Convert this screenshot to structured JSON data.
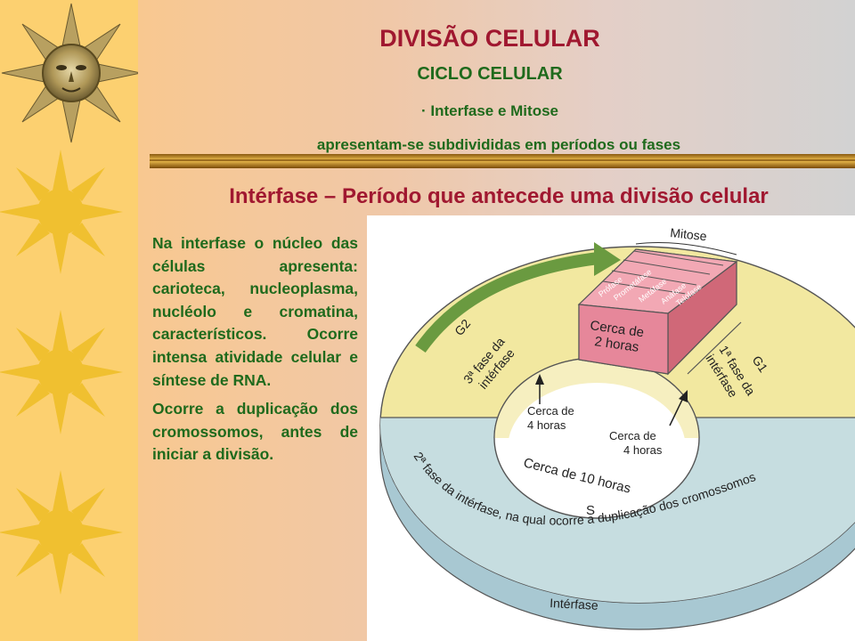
{
  "slide": {
    "title": "DIVISÃO CELULAR",
    "subtitle": "CICLO CELULAR",
    "bullet": "· Interfase e Mitose",
    "bullet_note": "apresentam-se subdivididas em períodos ou fases",
    "heading": "Intérfase – Período que antecede uma divisão celular",
    "paragraphs": [
      "Na interfase o núcleo das células apresenta: carioteca, nucleoplasma, nucléolo e cromatina, característicos. Ocorre intensa atividade celular e síntese de RNA.",
      "Ocorre a duplicação dos cromossomos, antes de iniciar a divisão."
    ]
  },
  "diagram": {
    "mitose_label": "Mitose",
    "mitose_phases": [
      "Prófase",
      "Prometáfase",
      "Metáfase",
      "Anáfase",
      "Telófase"
    ],
    "mitose_time": [
      "Cerca de",
      "2 horas"
    ],
    "g2_label": "G2",
    "g2_desc": [
      "3ª fase da",
      "intérfase"
    ],
    "g1_label": "G1",
    "g1_desc": [
      "1ª fase da",
      "intérfase"
    ],
    "inner_left_time": [
      "Cerca de",
      "4 horas"
    ],
    "inner_right_time": [
      "Cerca de",
      "4 horas"
    ],
    "s_time": "Cerca de 10 horas",
    "s_label": "S",
    "s_desc": "2ª fase da intérfase, na qual ocorre a duplicação dos cromossomos",
    "interfase_label": "Intérfase"
  },
  "colors": {
    "title": "#a01830",
    "text": "#1f6a1c",
    "g_phase": "#f2e8a0",
    "s_phase": "#c6dde0",
    "mitose": "#e6879a"
  },
  "icons": [
    "sun-face-icon",
    "sun-icon",
    "green-arrow-icon"
  ]
}
